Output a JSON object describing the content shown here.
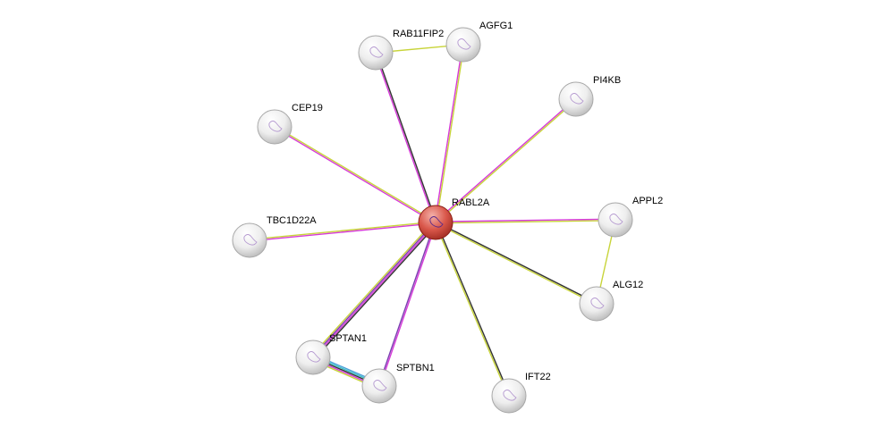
{
  "network": {
    "colors": {
      "center_fill": "#c0392b",
      "node_fill": "#e8e8e8",
      "edge_magenta": "#d63ad8",
      "edge_yellow": "#c8d43a",
      "edge_dark": "#333333",
      "edge_blue": "#4aa0d8",
      "edge_cyan": "#38c0c8",
      "edge_purple": "#7b3fb0"
    },
    "nodes": [
      {
        "id": "RABL2A",
        "label": "RABL2A",
        "center": true
      },
      {
        "id": "RAB11FIP2",
        "label": "RAB11FIP2"
      },
      {
        "id": "AGFG1",
        "label": "AGFG1"
      },
      {
        "id": "PI4KB",
        "label": "PI4KB"
      },
      {
        "id": "CEP19",
        "label": "CEP19"
      },
      {
        "id": "TBC1D22A",
        "label": "TBC1D22A"
      },
      {
        "id": "APPL2",
        "label": "APPL2"
      },
      {
        "id": "ALG12",
        "label": "ALG12"
      },
      {
        "id": "SPTAN1",
        "label": "SPTAN1"
      },
      {
        "id": "SPTBN1",
        "label": "SPTBN1"
      },
      {
        "id": "IFT22",
        "label": "IFT22"
      }
    ],
    "edges": [
      {
        "from": "RABL2A",
        "to": "RAB11FIP2",
        "colors": [
          "edge_magenta",
          "edge_dark"
        ]
      },
      {
        "from": "RABL2A",
        "to": "AGFG1",
        "colors": [
          "edge_magenta",
          "edge_yellow"
        ]
      },
      {
        "from": "RAB11FIP2",
        "to": "AGFG1",
        "colors": [
          "edge_yellow"
        ]
      },
      {
        "from": "RABL2A",
        "to": "PI4KB",
        "colors": [
          "edge_magenta",
          "edge_yellow"
        ]
      },
      {
        "from": "RABL2A",
        "to": "CEP19",
        "colors": [
          "edge_magenta",
          "edge_yellow"
        ]
      },
      {
        "from": "RABL2A",
        "to": "TBC1D22A",
        "colors": [
          "edge_magenta",
          "edge_yellow"
        ]
      },
      {
        "from": "RABL2A",
        "to": "APPL2",
        "colors": [
          "edge_magenta",
          "edge_yellow"
        ]
      },
      {
        "from": "RABL2A",
        "to": "ALG12",
        "colors": [
          "edge_dark",
          "edge_yellow"
        ]
      },
      {
        "from": "APPL2",
        "to": "ALG12",
        "colors": [
          "edge_yellow"
        ]
      },
      {
        "from": "RABL2A",
        "to": "SPTAN1",
        "colors": [
          "edge_dark",
          "edge_magenta",
          "edge_purple",
          "edge_yellow"
        ]
      },
      {
        "from": "RABL2A",
        "to": "SPTBN1",
        "colors": [
          "edge_magenta",
          "edge_purple"
        ]
      },
      {
        "from": "RABL2A",
        "to": "IFT22",
        "colors": [
          "edge_dark",
          "edge_yellow"
        ]
      },
      {
        "from": "SPTAN1",
        "to": "SPTBN1",
        "colors": [
          "edge_blue",
          "edge_cyan",
          "edge_dark",
          "edge_magenta",
          "edge_yellow"
        ]
      }
    ]
  }
}
